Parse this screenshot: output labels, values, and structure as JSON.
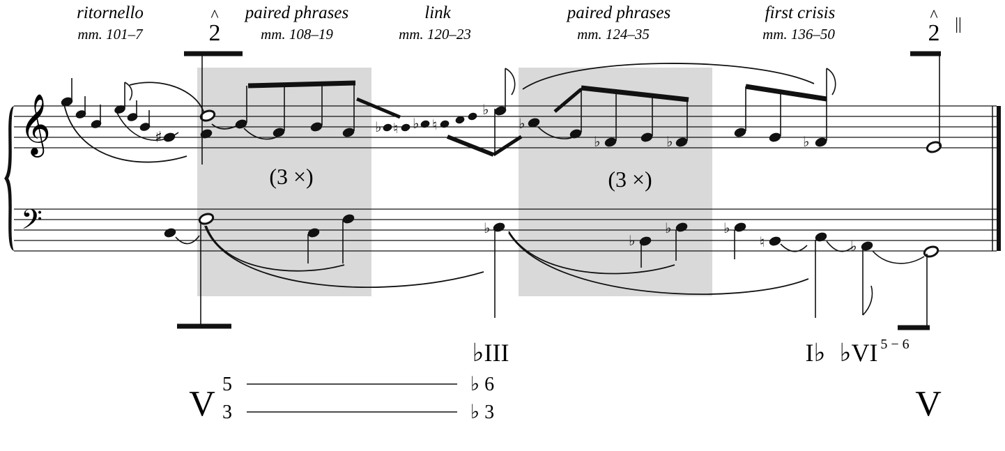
{
  "sections": [
    {
      "title": "ritornello",
      "measures": "mm. 101–7"
    },
    {
      "title": "paired phrases",
      "measures": "mm. 108–19"
    },
    {
      "title": "link",
      "measures": "mm. 120–23"
    },
    {
      "title": "paired phrases",
      "measures": "mm. 124–35"
    },
    {
      "title": "first crisis",
      "measures": "mm. 136–50"
    }
  ],
  "scale_degree_start": {
    "caret": "^",
    "number": "2"
  },
  "scale_degree_end": {
    "caret": "^",
    "number": "2",
    "mark": "||"
  },
  "repeats": [
    "(3 ×)",
    "(3 ×)"
  ],
  "roman_numerals": {
    "flat_three": "♭III",
    "one_flat": "I♭",
    "flat_six": "♭VI",
    "flat_six_figures": "5 − 6",
    "start": "V",
    "end": "V"
  },
  "figured_bass": {
    "top": "5",
    "bottom": "3",
    "top_end": "♭ 6",
    "bottom_end": "♭ 3"
  },
  "colors": {
    "shade": "#d9d9d9",
    "ink": "#111111"
  }
}
